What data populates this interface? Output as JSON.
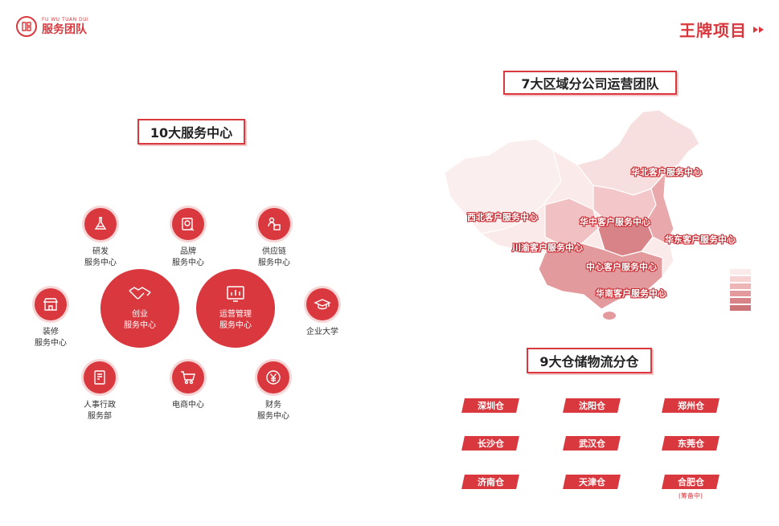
{
  "header": {
    "logo_en": "FU WU TUAN DUI",
    "logo_cn": "服务团队",
    "brand_title": "王牌项目"
  },
  "service_section": {
    "title": "10大服务中心",
    "nodes": [
      {
        "label": "研发\n服务中心",
        "icon": "research-icon"
      },
      {
        "label": "品牌\n服务中心",
        "icon": "brand-icon"
      },
      {
        "label": "供应链\n服务中心",
        "icon": "supply-chain-icon"
      },
      {
        "label": "装修\n服务中心",
        "icon": "shop-icon"
      },
      {
        "label": "企业大学",
        "icon": "graduation-cap-icon"
      },
      {
        "label": "人事行政\n服务部",
        "icon": "document-icon"
      },
      {
        "label": "电商中心",
        "icon": "cart-icon"
      },
      {
        "label": "财务\n服务中心",
        "icon": "yen-icon"
      }
    ],
    "core": [
      {
        "label": "创业\n服务中心",
        "icon": "handshake-icon"
      },
      {
        "label": "运营管理\n服务中心",
        "icon": "bar-chart-icon"
      }
    ]
  },
  "region_section": {
    "title": "7大区域分公司运营团队",
    "regions": [
      "华北客户服务中心",
      "西北客户服务中心",
      "华中客户服务中心",
      "华东客户服务中心",
      "川渝客户服务中心",
      "中心客户服务中心",
      "华南客户服务中心"
    ],
    "legend_colors": [
      "#fbeaea",
      "#f6d2d3",
      "#eeb5b7",
      "#e39a9d",
      "#d88387",
      "#cd7479"
    ]
  },
  "warehouse_section": {
    "title": "9大仓储物流分仓",
    "warehouses": [
      "深圳仓",
      "沈阳仓",
      "郑州仓",
      "长沙仓",
      "武汉仓",
      "东莞仓",
      "济南仓",
      "天津仓",
      "合肥仓"
    ],
    "note": "(筹备中)"
  },
  "colors": {
    "accent": "#d9383e"
  }
}
